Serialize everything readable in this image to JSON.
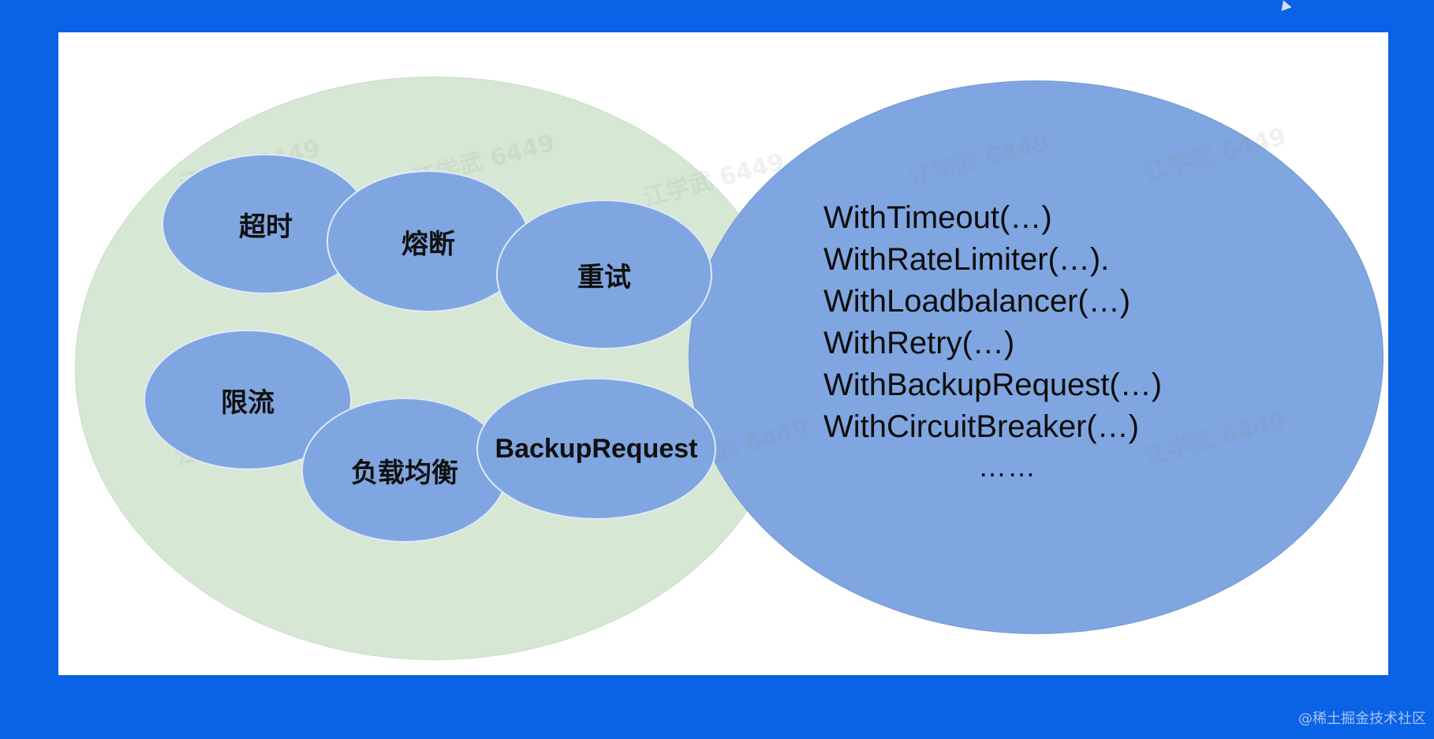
{
  "features": {
    "timeout": "超时",
    "circuit_breaker": "熔断",
    "retry": "重试",
    "rate_limit": "限流",
    "load_balance": "负载均衡",
    "backup_request": "BackupRequest"
  },
  "api_options": [
    "WithTimeout(…)",
    "WithRateLimiter(…).",
    "WithLoadbalancer(…)",
    "WithRetry(…)",
    "WithBackupRequest(…)",
    "WithCircuitBreaker(…)"
  ],
  "api_ellipsis": "……",
  "watermark": "江学武 6449",
  "credit": "@稀土掘金技术社区",
  "colors": {
    "frame_blue": "#0a62e6",
    "green_circle": "#d6e8d4",
    "blue_circle": "#7fa6e0"
  },
  "icons": [
    "cursor-icon"
  ]
}
